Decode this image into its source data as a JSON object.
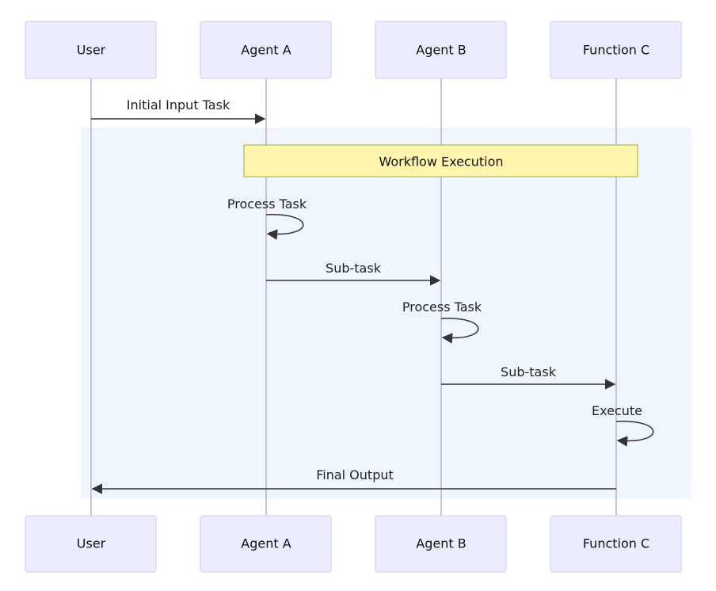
{
  "diagram": {
    "type": "sequence",
    "participants": [
      "User",
      "Agent A",
      "Agent B",
      "Function C"
    ],
    "region_note": "Workflow Execution",
    "messages": [
      {
        "from": "User",
        "to": "Agent A",
        "label": "Initial Input Task"
      },
      {
        "from": "Agent A",
        "to": "Agent A",
        "label": "Process Task"
      },
      {
        "from": "Agent A",
        "to": "Agent B",
        "label": "Sub-task"
      },
      {
        "from": "Agent B",
        "to": "Agent B",
        "label": "Process Task"
      },
      {
        "from": "Agent B",
        "to": "Function C",
        "label": "Sub-task"
      },
      {
        "from": "Function C",
        "to": "Function C",
        "label": "Execute"
      },
      {
        "from": "Function C",
        "to": "User",
        "label": "Final Output"
      }
    ],
    "colors": {
      "actor_fill": "#ECECFF",
      "actor_border": "#CCCCEE",
      "lifeline": "#C8C0E8",
      "region_fill": "#EFF6FF",
      "note_fill": "#FFF5AD",
      "note_border": "#AAAA33",
      "arrow": "#333333"
    }
  }
}
